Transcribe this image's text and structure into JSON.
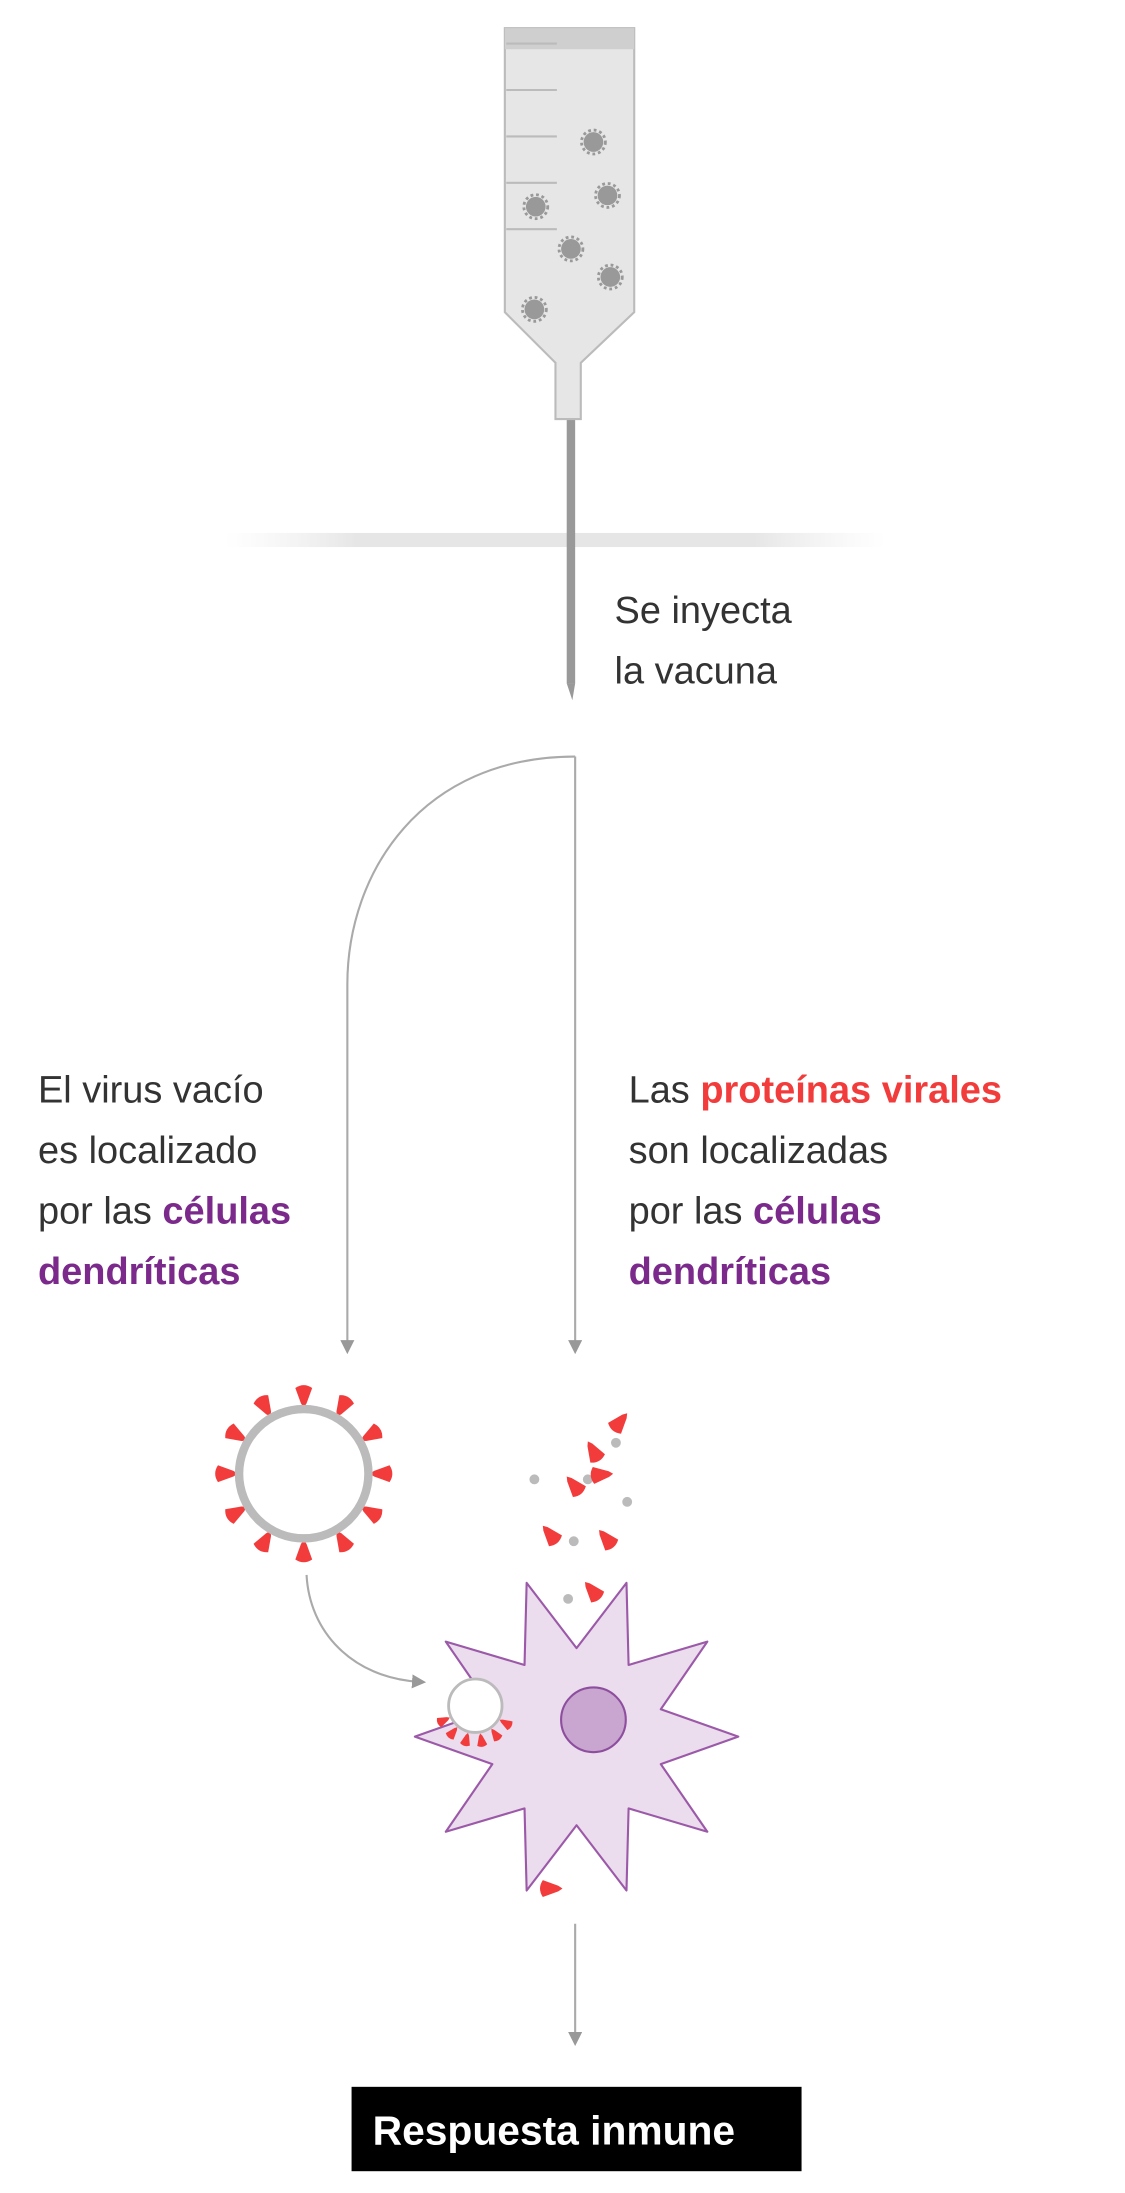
{
  "colors": {
    "purple": "#7b2a8c",
    "red": "#f23c3c",
    "gray": "#aaaaaa",
    "cell_fill": "#ebdcee",
    "cell_stroke": "#9b59a8",
    "nucleus": "#c9a6d0"
  },
  "step1": {
    "line1": "Se inyecta",
    "line2": "la vacuna"
  },
  "left_branch": {
    "line1": "El virus vacío",
    "line2": "es localizado",
    "line3_prefix": "por las ",
    "line3_highlight": "células",
    "line4_highlight": "dendríticas"
  },
  "right_branch": {
    "line1_prefix": "Las ",
    "line1_highlight": "proteínas virales",
    "line2": "son localizadas",
    "line3_prefix": "por las ",
    "line3_highlight": "células",
    "line4_highlight": "dendríticas"
  },
  "result": {
    "label": "Respuesta inmune"
  }
}
